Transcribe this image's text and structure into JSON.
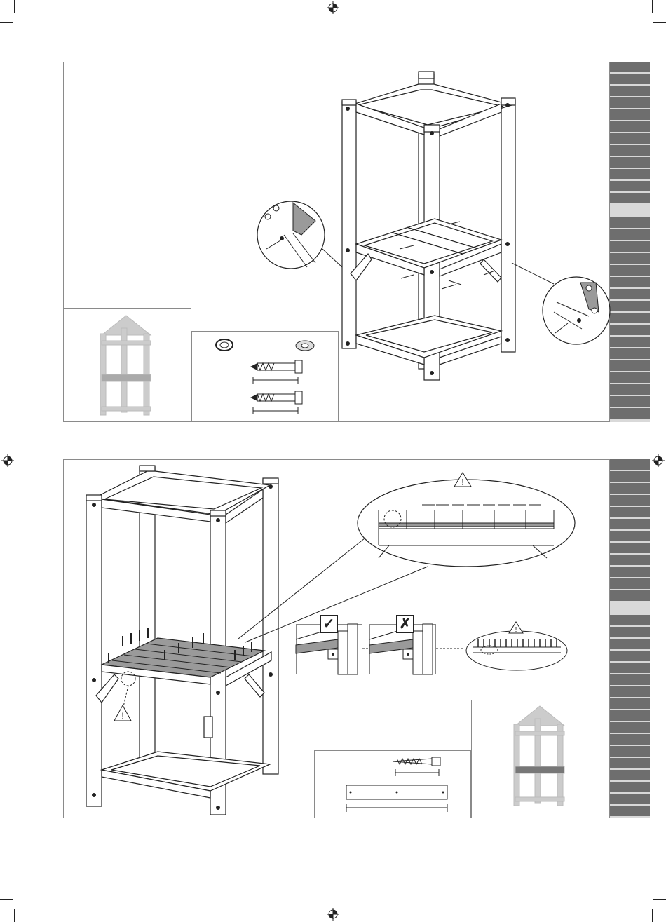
{
  "page": {
    "background": "#ffffff",
    "line_color": "#222222",
    "tab_color": "#6e6e6e",
    "tab_light": "#d9d9d9",
    "grey_fill": "#9a9a9a"
  },
  "step1": {
    "tabs_group_a": 12,
    "tabs_group_b": 17,
    "hardware": [
      {
        "name": "spring-washer-icon"
      },
      {
        "name": "flat-washer-icon"
      },
      {
        "name": "lag-screw-icon"
      },
      {
        "name": "lag-screw-icon"
      }
    ]
  },
  "step2": {
    "tabs_group_a": 12,
    "tabs_group_b": 17,
    "warning_symbol": "!",
    "correct_symbol": "✓",
    "wrong_symbol": "✗"
  }
}
